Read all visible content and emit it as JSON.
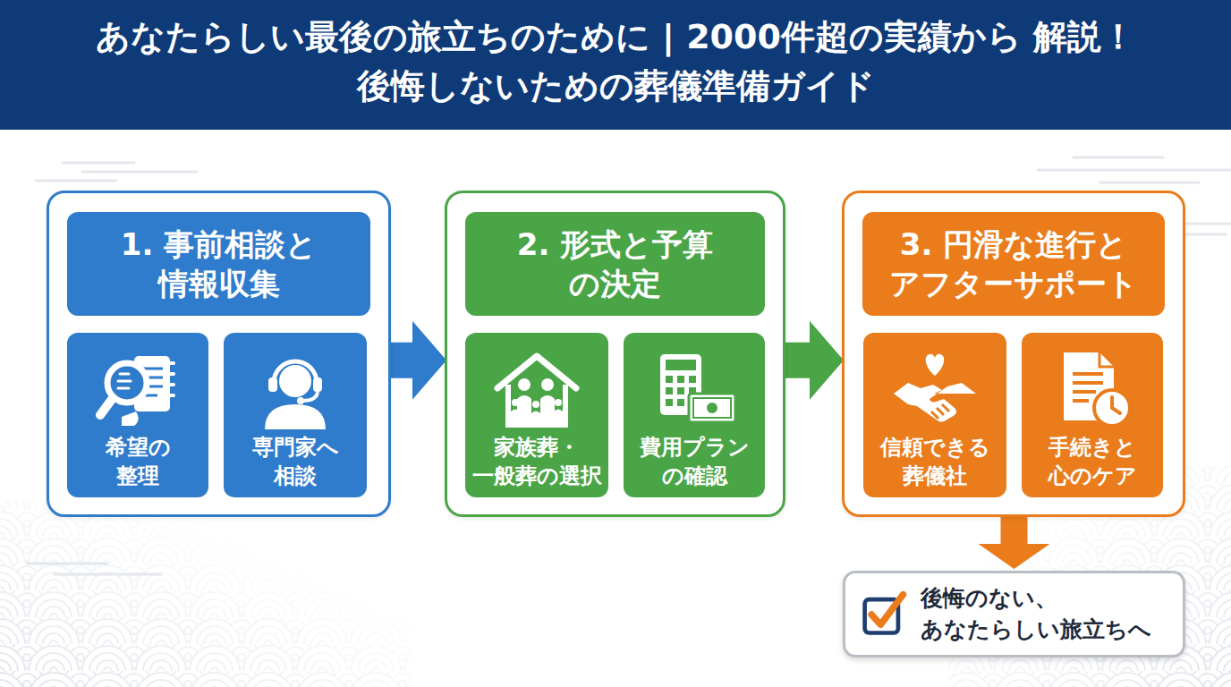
{
  "diagram": {
    "title": "あなたらしい最後の旅立ちのために | 2000件超の実績から 解説！後悔しないための葬儀準備ガイド",
    "nodes": [
      {
        "text": [
          "1. 事前相談と 情報収集"
        ]
      },
      {
        "text": [
          "希望の 整理"
        ],
        "in": 0
      },
      {
        "text": [
          "専門家へ 相談"
        ],
        "in": 0
      },
      {
        "text": [
          "2. 形式と予算 の決定"
        ]
      },
      {
        "text": [
          "家族葬・ 一般葬の選択"
        ],
        "in": 3
      },
      {
        "text": [
          "費用プラン の確認"
        ],
        "in": 3
      },
      {
        "text": [
          "3. 円滑な進行と アフターサポート"
        ]
      },
      {
        "text": [
          "信頼できる 葬儀社"
        ],
        "in": 6
      },
      {
        "text": [
          "手続きと 心のケア"
        ],
        "in": 6
      },
      {
        "text": [
          "後悔のない、 あなたらしい旅立ちへ"
        ]
      }
    ],
    "edges": [
      {
        "from": 0,
        "to": 3,
        "arrow": "to"
      },
      {
        "from": 3,
        "to": 6,
        "arrow": "to"
      },
      {
        "from": 6,
        "to": 9,
        "arrow": "to"
      }
    ]
  }
}
